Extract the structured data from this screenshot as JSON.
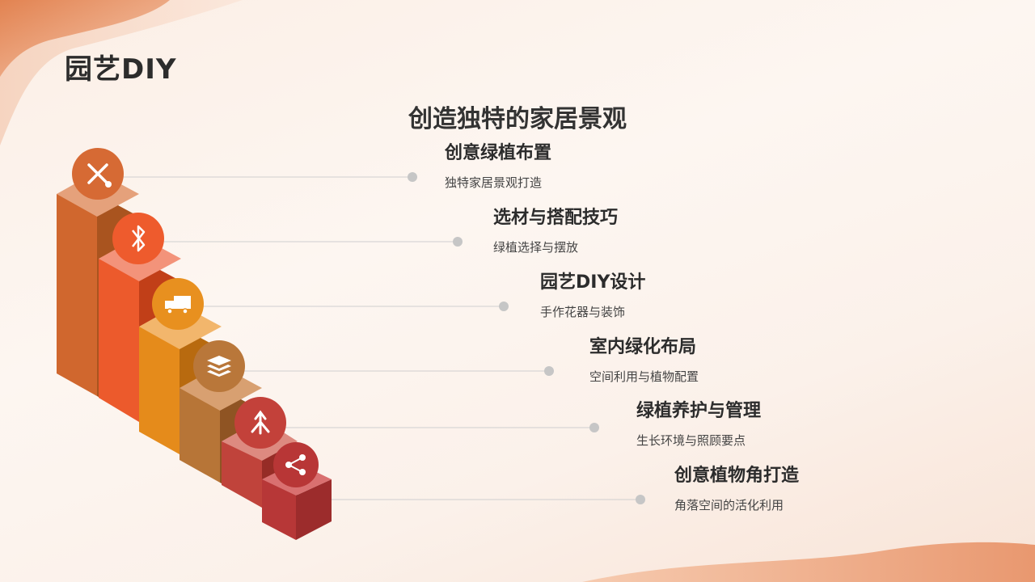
{
  "page": {
    "title": "园艺DIY",
    "subtitle": "创造独特的家居景观"
  },
  "colors": {
    "orange_dark": "#d0672e",
    "orange_red": "#ec5a2c",
    "amber": "#e58b1b",
    "brown": "#b77537",
    "red": "#c0433b",
    "crimson": "#b73737"
  },
  "steps": [
    {
      "title": "创意绿植布置",
      "desc": "独特家居景观打造",
      "icon": "brush-icon"
    },
    {
      "title": "选材与搭配技巧",
      "desc": "绿植选择与摆放",
      "icon": "bluetooth-icon"
    },
    {
      "title": "园艺DIY设计",
      "desc": "手作花器与装饰",
      "icon": "truck-icon"
    },
    {
      "title": "室内绿化布局",
      "desc": "空间利用与植物配置",
      "icon": "layers-icon"
    },
    {
      "title": "绿植养护与管理",
      "desc": "生长环境与照顾要点",
      "icon": "branch-icon"
    },
    {
      "title": "创意植物角打造",
      "desc": "角落空间的活化利用",
      "icon": "share-icon"
    }
  ]
}
